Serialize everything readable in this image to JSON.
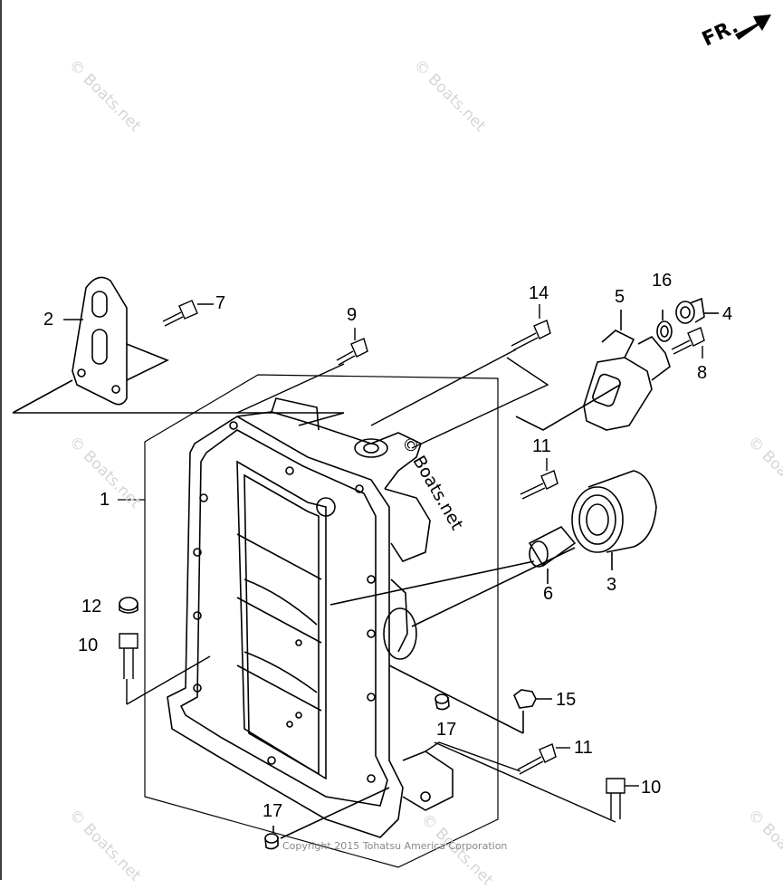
{
  "watermark": "© Boats.net",
  "copyright": "Copyright 2015 Tohatsu America Corporation",
  "direction_label": "FR.",
  "callouts": [
    {
      "id": "c1",
      "text": "1"
    },
    {
      "id": "c2",
      "text": "2"
    },
    {
      "id": "c3",
      "text": "3"
    },
    {
      "id": "c4",
      "text": "4"
    },
    {
      "id": "c5",
      "text": "5"
    },
    {
      "id": "c6",
      "text": "6"
    },
    {
      "id": "c7",
      "text": "7"
    },
    {
      "id": "c8",
      "text": "8"
    },
    {
      "id": "c9",
      "text": "9"
    },
    {
      "id": "c10a",
      "text": "10"
    },
    {
      "id": "c10b",
      "text": "10"
    },
    {
      "id": "c11a",
      "text": "11"
    },
    {
      "id": "c11b",
      "text": "11"
    },
    {
      "id": "c12",
      "text": "12"
    },
    {
      "id": "c14",
      "text": "14"
    },
    {
      "id": "c15",
      "text": "15"
    },
    {
      "id": "c16",
      "text": "16"
    },
    {
      "id": "c17a",
      "text": "17"
    },
    {
      "id": "c17b",
      "text": "17"
    }
  ]
}
